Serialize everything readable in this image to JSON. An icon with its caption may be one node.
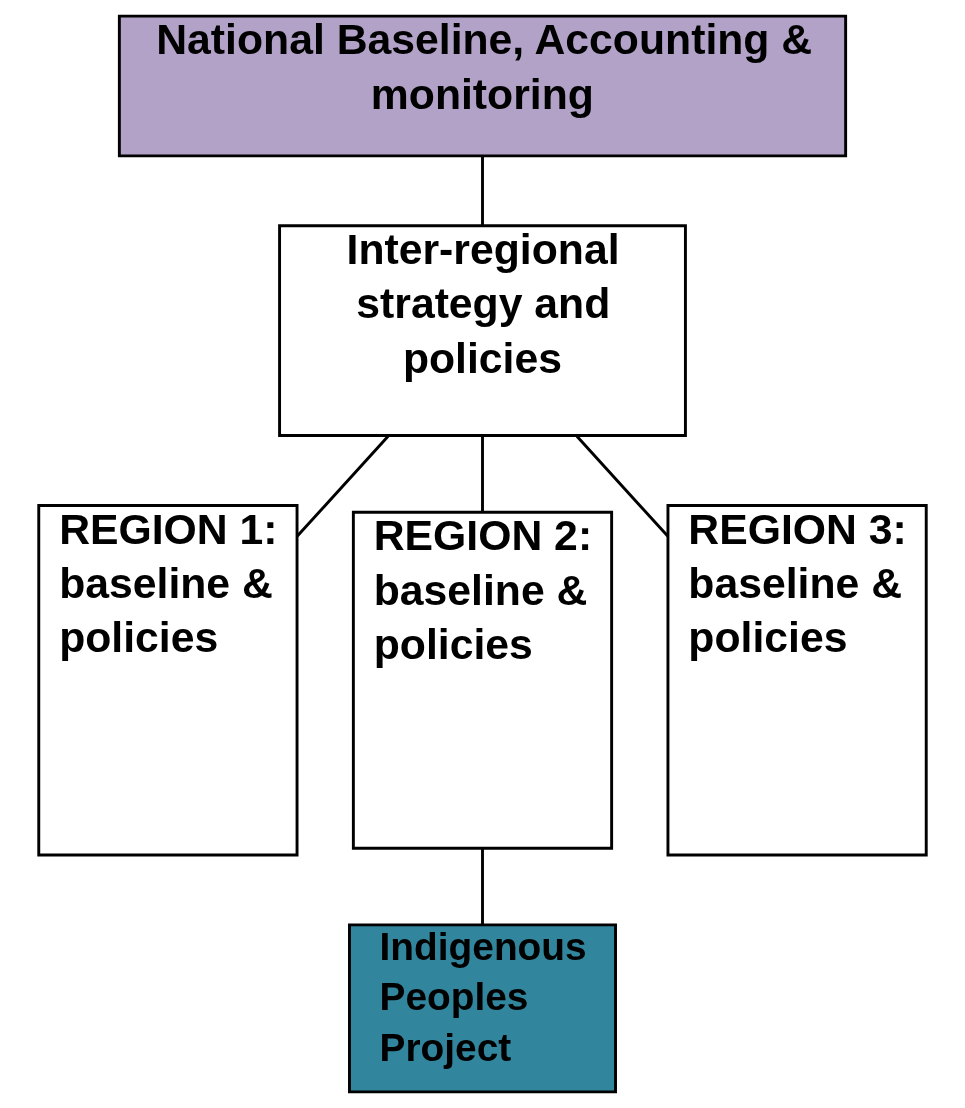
{
  "diagram": {
    "nodes": [
      {
        "text": [
          "National Baseline, Accounting & monitoring"
        ]
      },
      {
        "text": [
          "Inter-regional strategy and policies"
        ]
      },
      {
        "text": [
          "REGION 1: baseline & policies"
        ]
      },
      {
        "text": [
          "REGION 2: baseline & policies"
        ]
      },
      {
        "text": [
          "REGION 3: baseline & policies"
        ]
      },
      {
        "text": [
          "Indigenous Peoples Project"
        ]
      }
    ],
    "edges": [
      {
        "from": 0,
        "to": 1,
        "arrow": "none"
      },
      {
        "from": 1,
        "to": 2,
        "arrow": "none"
      },
      {
        "from": 1,
        "to": 3,
        "arrow": "none"
      },
      {
        "from": 1,
        "to": 4,
        "arrow": "none"
      },
      {
        "from": 3,
        "to": 5,
        "arrow": "none"
      }
    ]
  }
}
